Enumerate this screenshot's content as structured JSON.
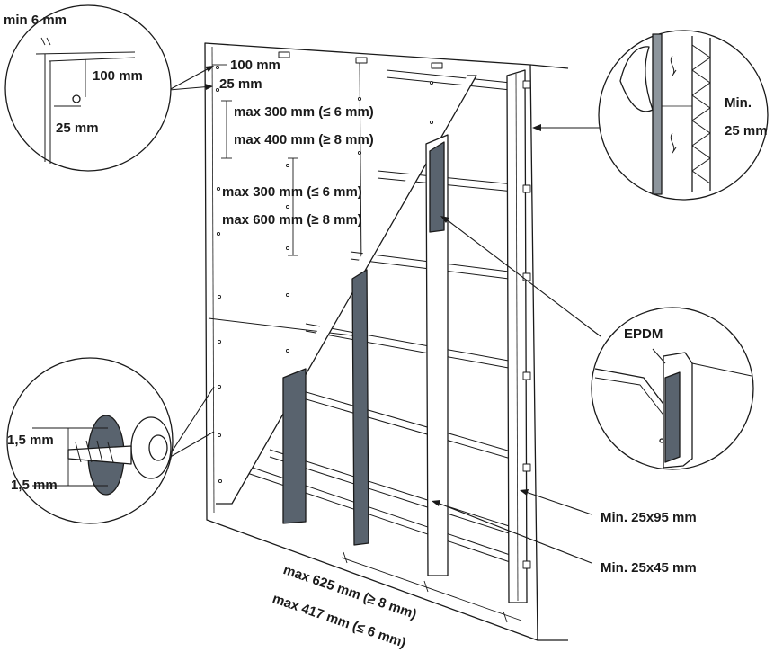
{
  "labels": {
    "min_6mm": "min 6 mm",
    "edge_100": "100 mm",
    "edge_25": "25 mm",
    "detail_100": "100 mm",
    "detail_25": "25 mm",
    "max300_a": "max 300 mm (≤ 6 mm)",
    "max400": "max 400 mm (≥ 8 mm)",
    "max300_b": "max 300 mm (≤ 6 mm)",
    "max600": "max 600 mm (≥ 8 mm)",
    "vent_min": "Min.",
    "vent_25": "25 mm",
    "epdm": "EPDM",
    "screw_top": "1,5 mm",
    "screw_bottom": "1,5 mm",
    "batten_95": "Min. 25x95 mm",
    "batten_45": "Min. 25x45 mm",
    "span_625": "max 625 mm (≥ 8 mm)",
    "span_417": "max 417 mm (≤ 6 mm)"
  },
  "colors": {
    "line": "#1a1a1a",
    "epdm_strip": "#59636e",
    "background": "#ffffff"
  }
}
